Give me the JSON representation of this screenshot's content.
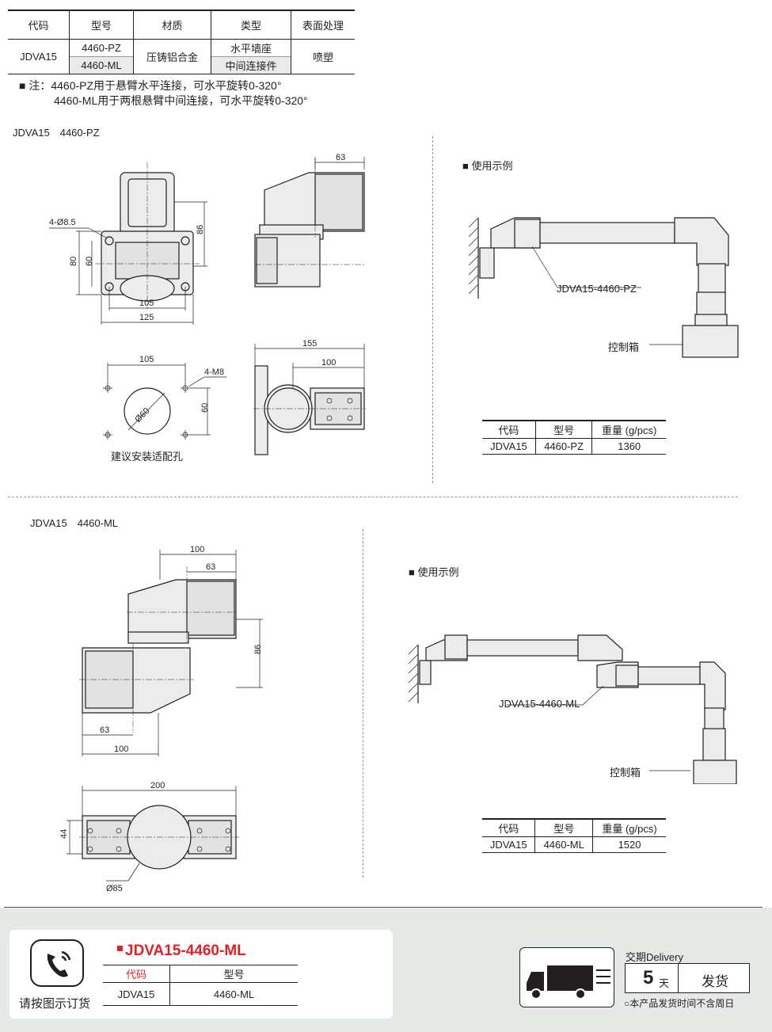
{
  "spec_table": {
    "headers": [
      "代码",
      "型号",
      "材质",
      "类型",
      "表面处理"
    ],
    "code": "JDVA15",
    "models": [
      "4460-PZ",
      "4460-ML"
    ],
    "material": "压铸铝合金",
    "types": [
      "水平墙座",
      "中间连接件"
    ],
    "surface": "喷塑"
  },
  "notes": {
    "line1": "■ 注：4460-PZ用于悬臂水平连接，可水平旋转0-320°",
    "line2": "4460-ML用于两根悬臂中间连接，可水平旋转0-320°"
  },
  "section_pz": {
    "title": "JDVA15　4460-PZ",
    "dims": {
      "hole": "4-Ø8.5",
      "d86": "86",
      "d80": "80",
      "d60": "60",
      "d105": "105",
      "d125": "125",
      "d63": "63",
      "d155": "155",
      "d100": "100",
      "m105": "105",
      "m8": "4-M8",
      "phi60": "Ø60",
      "m60": "60"
    },
    "mount_label": "建议安装适配孔",
    "example_title": "■ 使用示例",
    "example_callout": "JDVA15-4460-PZ",
    "control_box": "控制箱",
    "weight_table": {
      "headers": [
        "代码",
        "型号",
        "重量 (g/pcs)"
      ],
      "row": [
        "JDVA15",
        "4460-PZ",
        "1360"
      ]
    }
  },
  "section_ml": {
    "title": "JDVA15　4460-ML",
    "dims": {
      "d100a": "100",
      "d63a": "63",
      "d86": "86",
      "d63b": "63",
      "d100b": "100",
      "d200": "200",
      "d44": "44",
      "phi85": "Ø85"
    },
    "example_title": "■ 使用示例",
    "example_callout": "JDVA15-4460-ML",
    "control_box": "控制箱",
    "weight_table": {
      "headers": [
        "代码",
        "型号",
        "重量 (g/pcs)"
      ],
      "row": [
        "JDVA15",
        "4460-ML",
        "1520"
      ]
    }
  },
  "footer": {
    "order_label": "请按图示订货",
    "product_code": "JDVA15-4460-ML",
    "table_headers": [
      "代码",
      "型号"
    ],
    "table_row": [
      "JDVA15",
      "4460-ML"
    ],
    "delivery_label": "交期Delivery",
    "days": "5",
    "day_unit": "天",
    "ship": "发货",
    "delivery_note": "○本产品发货时间不含周日",
    "accent_color": "#e41f26"
  }
}
